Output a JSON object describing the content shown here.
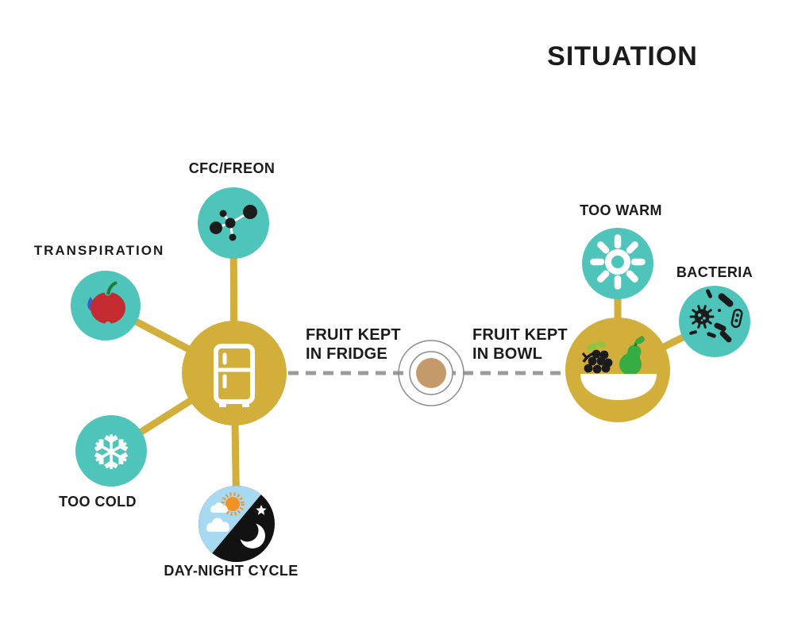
{
  "title": "SITUATION",
  "glyphs": {
    "snowflake": "❆"
  },
  "colors": {
    "ink": "#1b1b1b",
    "teal": "#4ec4ba",
    "gold": "#d2ae3b",
    "tan": "#c49a6a",
    "dash": "#9b9b9b",
    "ring": "#8c8c8c",
    "night": "#121212",
    "dayblue": "#a8d9f2",
    "sunorange": "#f29324",
    "applered": "#c32b30",
    "stemgreen": "#1e7d33",
    "dropblue": "#3b5fc0",
    "peargreen": "#35ad44",
    "leafgreen": "#8cc63f",
    "white": "#ffffff"
  },
  "left_cluster": {
    "hub": {
      "label_line1": "FRUIT KEPT",
      "label_line2": "IN FRIDGE",
      "icon": "fridge-icon"
    },
    "nodes": [
      {
        "label": "CFC/FREON",
        "icon": "molecule-icon"
      },
      {
        "label": "TRANSPIRATION",
        "icon": "apple-droplet-icon"
      },
      {
        "label": "TOO COLD",
        "icon": "snowflake-icon"
      },
      {
        "label": "DAY-NIGHT CYCLE",
        "icon": "day-night-icon"
      }
    ]
  },
  "right_cluster": {
    "hub": {
      "label_line1": "FRUIT KEPT",
      "label_line2": "IN BOWL",
      "icon": "fruit-bowl-icon"
    },
    "nodes": [
      {
        "label": "TOO WARM",
        "icon": "sun-icon"
      },
      {
        "label": "BACTERIA",
        "icon": "bacteria-icon"
      }
    ]
  },
  "connector": {
    "type": "dashed-line",
    "marker": "concentric-circles-dot"
  }
}
